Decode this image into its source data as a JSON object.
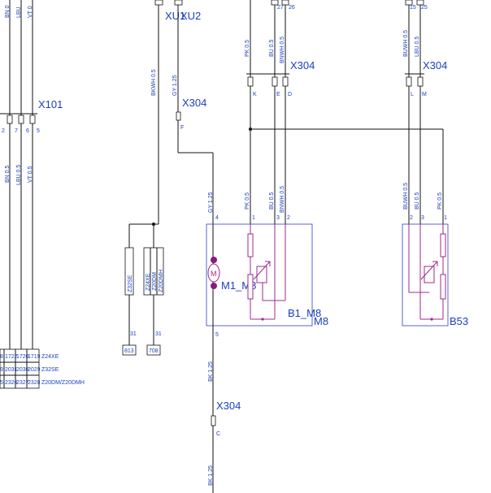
{
  "connectors": {
    "x101": "X101",
    "xu1": "XU1",
    "xu2": "XU2",
    "x304_f": "X304",
    "x304_ked": "X304",
    "x304_lm": "X304",
    "x304_c": "X304"
  },
  "pins": {
    "x101": [
      "2",
      "7",
      "6",
      "5"
    ],
    "x304_f": "F",
    "x304_k": "K",
    "x304_e": "E",
    "x304_d": "D",
    "x304_l": "L",
    "x304_m": "M",
    "x304_c": "C",
    "top_27": "27",
    "top_26": "26",
    "top_15": "15",
    "top_25": "25",
    "m8_1": "1",
    "m8_3": "3",
    "m8_2": "2",
    "m8_4": "4",
    "m8_5": "5",
    "b53_2": "2",
    "b53_3": "3",
    "b53_1": "1"
  },
  "wires": {
    "bn_top": "BN 0",
    "lbu_top": "LBU",
    "vt_top": "VT 0",
    "bn": "BN 0.5",
    "lbu": "LBU 0.5",
    "vt": "VT 0.5",
    "bkwh": "BKWH 0.5",
    "gy_upper": "GY 1.25",
    "gy_lower": "GY 1.25",
    "pk_upper": "PK 0.5",
    "bu_upper": "BU 0.5",
    "bnwh_upper": "BNWH 0.5",
    "pk_lower": "PK 0.5",
    "bu_lower": "BU 0.5",
    "bnwh_lower": "BNWH 0.5",
    "buwh_upper": "BUWH 0.5",
    "lbu_upper": "LBU 0.5",
    "buwh_lower": "BUWH 0.5",
    "bu_b53": "BU 0.5",
    "pk_b53": "PK 0.5",
    "bk_upper": "BK 1.25",
    "bk_lower": "BK 1.25"
  },
  "components": {
    "motor_symbol": "M",
    "motor": "M1_M8",
    "sensor": "B1_M8",
    "module": "M8",
    "b53": "B53"
  },
  "variants": {
    "left": "Z32SE",
    "right_1": "Z24XE",
    "right_2": "Z20DM",
    "right_3": "Z20DMH"
  },
  "refs": {
    "ref_31_a": "31",
    "ref_31_b": "31",
    "ref_813": "813",
    "ref_708": "708"
  },
  "table": {
    "rows": [
      {
        "cells": [
          "8",
          "1722",
          "1720",
          "1719"
        ],
        "variant": "Z24XE"
      },
      {
        "cells": [
          "9",
          "2031",
          "2030",
          "2029"
        ],
        "variant": "Z32SE"
      },
      {
        "cells": [
          "5",
          "2326",
          "2327",
          "2328"
        ],
        "variant": "Z20DM/Z20DMH"
      }
    ]
  },
  "colors": {
    "label_blue": "#1a3fbf",
    "component_pink": "#a0288c",
    "module_outline": "#3040c8",
    "motor_fill": "#8b1a7a"
  }
}
